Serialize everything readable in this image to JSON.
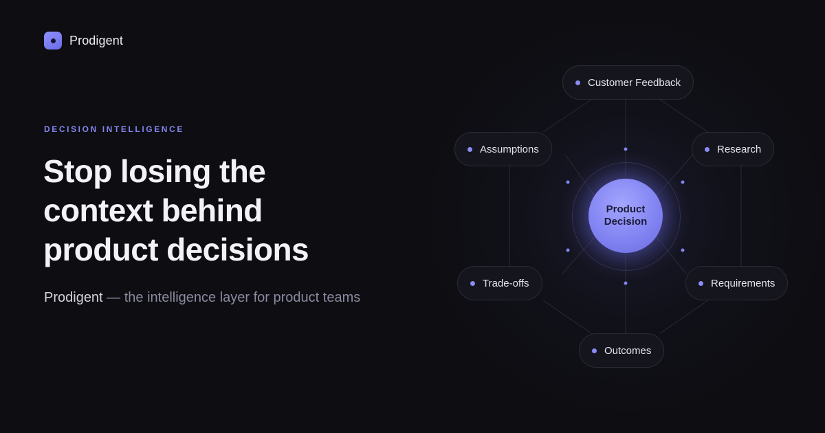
{
  "brand": {
    "name": "Prodigent"
  },
  "hero": {
    "eyebrow": "DECISION INTELLIGENCE",
    "headline_line1": "Stop losing the",
    "headline_line2": "context behind",
    "headline_line3": "product decisions",
    "tagline_brand": "Prodigent",
    "tagline_rest": " — the intelligence layer for product teams"
  },
  "diagram": {
    "center_line1": "Product",
    "center_line2": "Decision",
    "nodes": {
      "customer_feedback": "Customer Feedback",
      "assumptions": "Assumptions",
      "research": "Research",
      "tradeoffs": "Trade-offs",
      "requirements": "Requirements",
      "outcomes": "Outcomes"
    }
  },
  "colors": {
    "background": "#0d0d12",
    "accent": "#8486ee",
    "center_fill": "#8284f2"
  }
}
